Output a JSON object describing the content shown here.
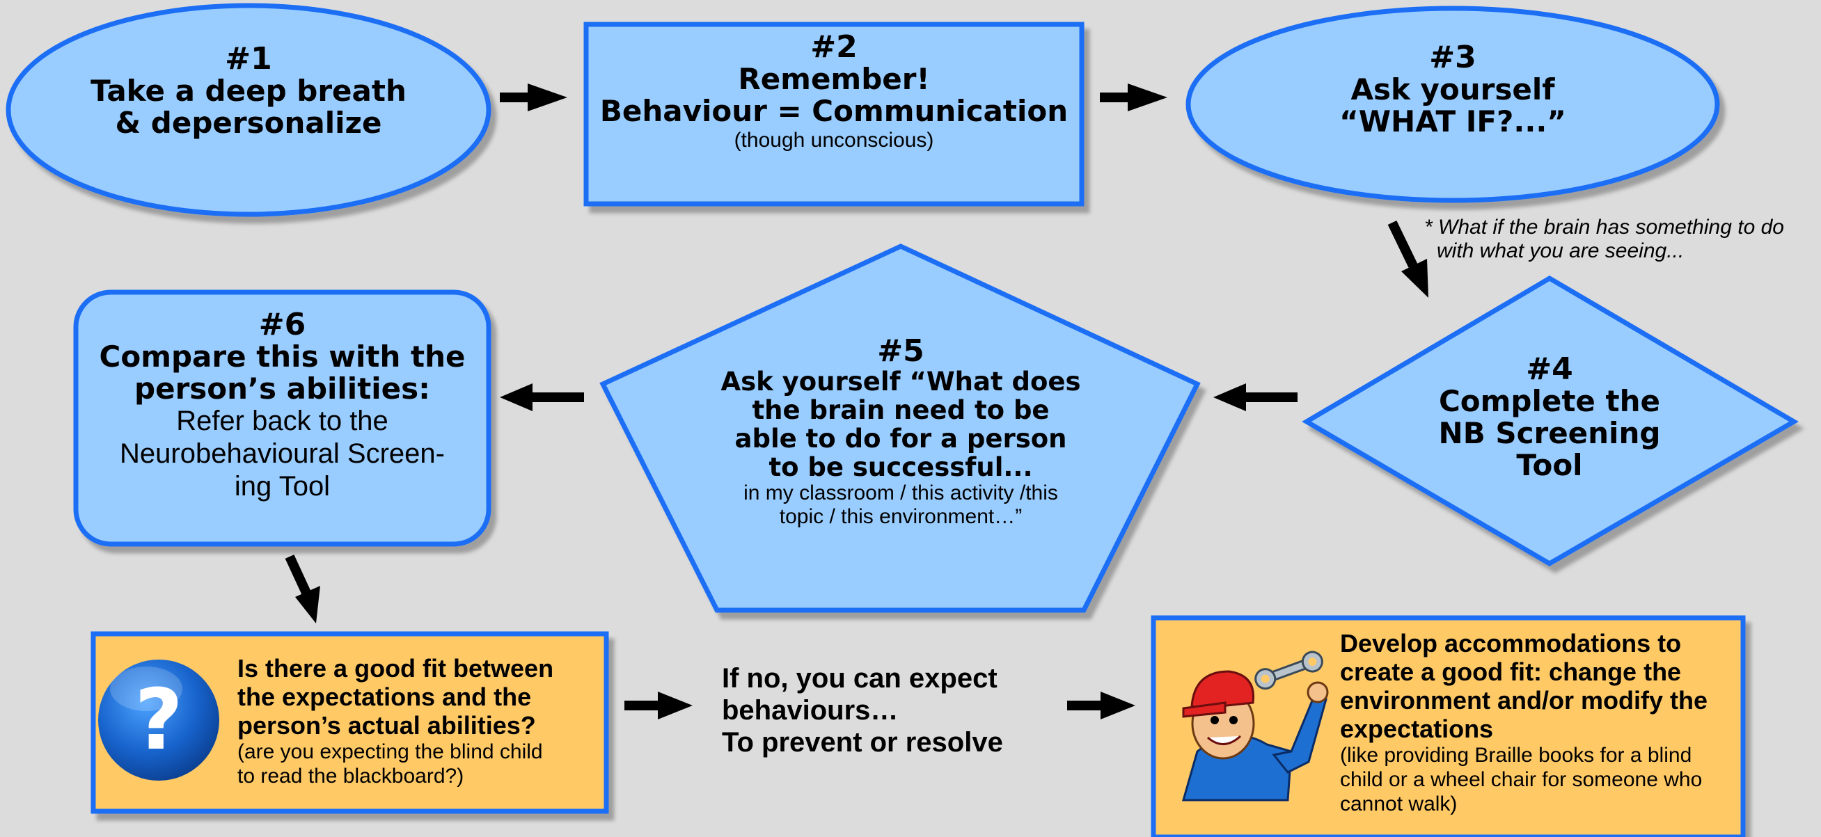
{
  "colors": {
    "background": "#dcdcdc",
    "shape_fill": "#99ccff",
    "shape_border": "#1a6ef5",
    "box_fill": "#ffc966",
    "arrow": "#000000"
  },
  "step1": {
    "number": "#1",
    "line1": "Take a deep breath",
    "line2": "& depersonalize"
  },
  "step2": {
    "number": "#2",
    "line1": "Remember!",
    "line2": "Behaviour = Communication",
    "note": "(though unconscious)"
  },
  "step3": {
    "number": "#3",
    "line1": "Ask yourself",
    "line2": "“WHAT IF?...”",
    "footnote_line1": "* What if the brain has something to do",
    "footnote_line2": "with what you are seeing..."
  },
  "step4": {
    "number": "#4",
    "line1": "Complete the",
    "line2": "NB Screening",
    "line3": "Tool"
  },
  "step5": {
    "number": "#5",
    "line1": "Ask yourself “What does",
    "line2": "the brain need to be",
    "line3": "able to do for a person",
    "line4": "to be successful...",
    "line5": "in my classroom / this activity /this",
    "line6": "topic / this environment…”"
  },
  "step6": {
    "number": "#6",
    "line1": "Compare this with the",
    "line2": "person’s abilities:",
    "line3": "Refer back to the",
    "line4": "Neurobehavioural Screen-",
    "line5": "ing Tool"
  },
  "fit_question": {
    "icon_glyph": "?",
    "line1": "Is there a good fit between",
    "line2": "the expectations and the",
    "line3": "person’s actual abilities?",
    "line4": "(are you expecting the blind child",
    "line5": "to read the blackboard?)"
  },
  "if_no": {
    "line1": "If no, you can expect",
    "line2": "behaviours…",
    "line3": "To prevent or resolve"
  },
  "accommodations": {
    "line1": "Develop accommodations to",
    "line2": "create a good fit: change the",
    "line3": "environment and/or modify the",
    "line4": "expectations",
    "line5": "(like providing Braille books for a blind",
    "line6": "child or a wheel chair for someone who",
    "line7": "cannot walk)"
  },
  "icons": {
    "question": "question-mark-icon",
    "mechanic": "mechanic-with-wrench-icon"
  }
}
